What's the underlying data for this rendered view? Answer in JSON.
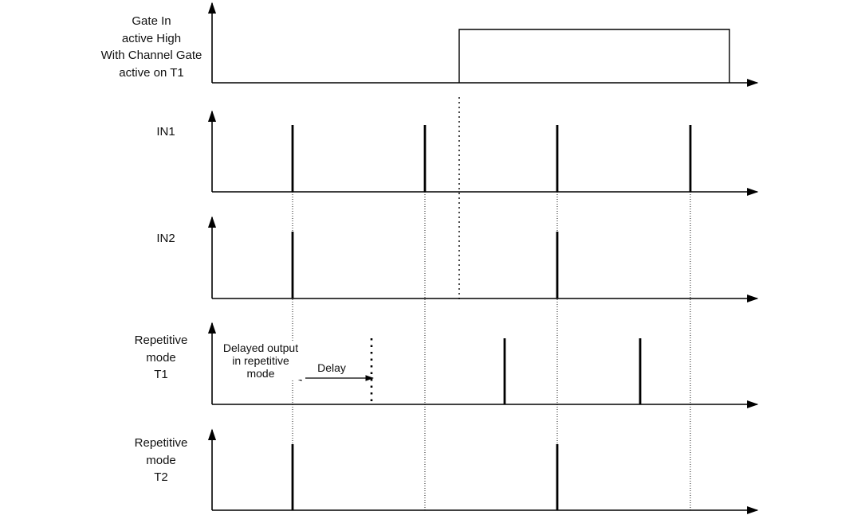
{
  "labels": {
    "gate": [
      "Gate In",
      "active High",
      "With Channel Gate",
      "active on T1"
    ],
    "in1": "IN1",
    "in2": "IN2",
    "rep_t1": [
      "Repetitive",
      "mode",
      "T1"
    ],
    "rep_t2": [
      "Repetitive",
      "mode",
      "T2"
    ]
  },
  "annotations": {
    "delayed_output": [
      "Delayed output",
      "in repetitive",
      "mode"
    ],
    "delay": "Delay"
  }
}
